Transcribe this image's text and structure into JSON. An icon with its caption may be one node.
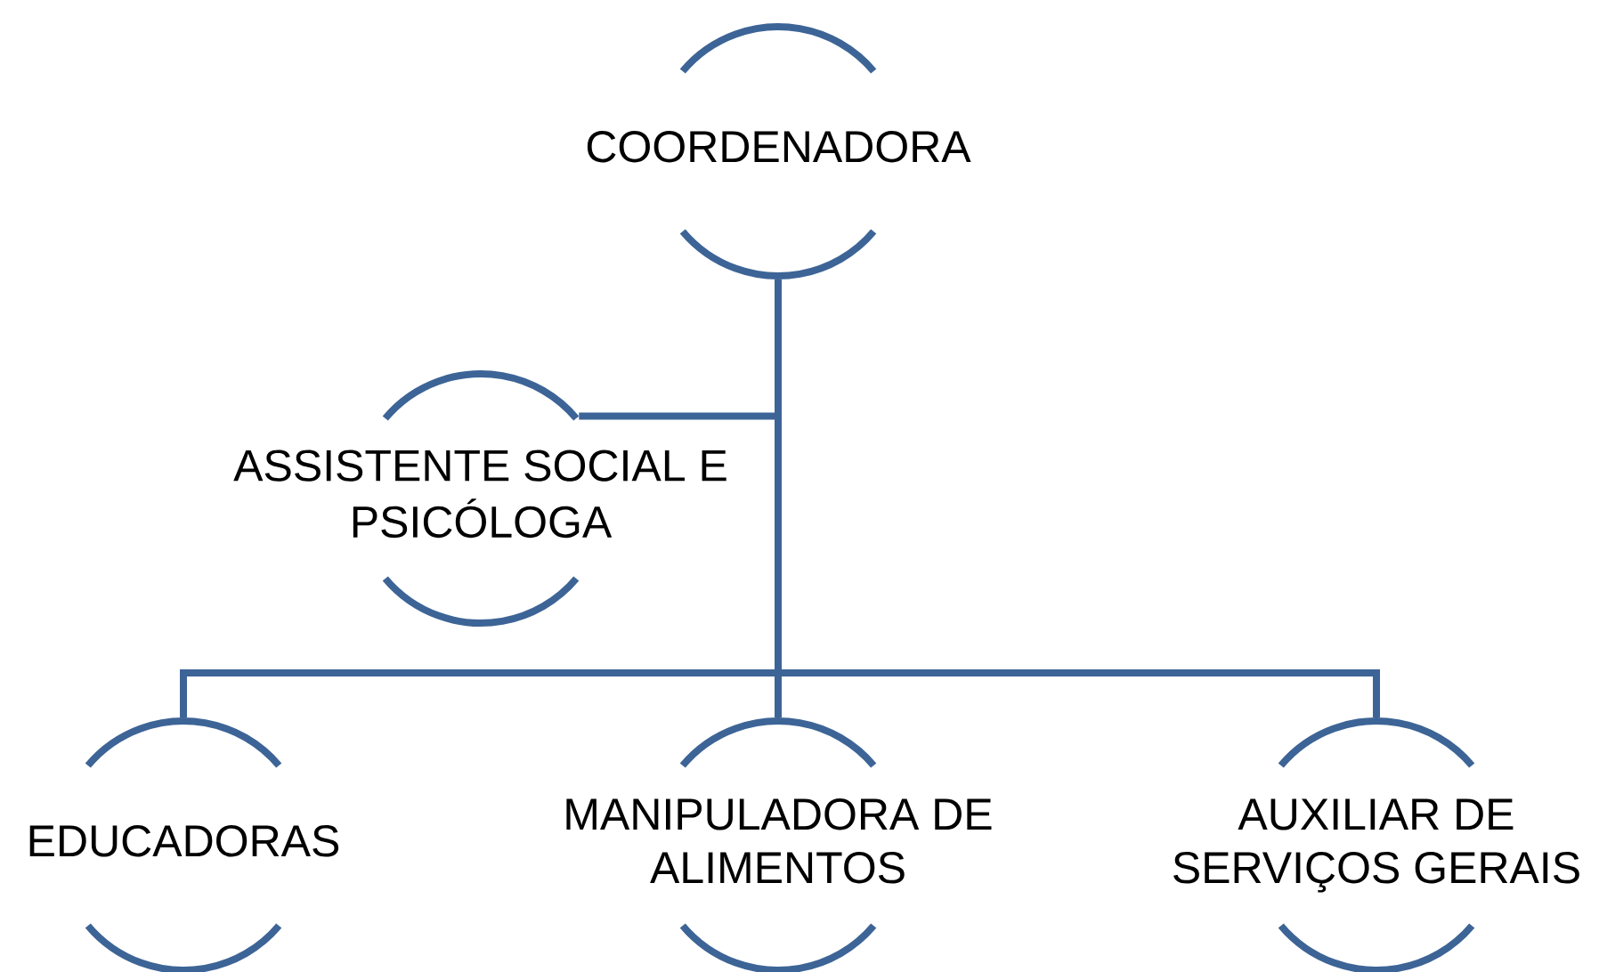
{
  "diagram": {
    "nodes": [
      {
        "text": [
          "COORDENADORA"
        ]
      },
      {
        "text": [
          "ASSISTENTE SOCIAL E PSICÓLOGA"
        ]
      },
      {
        "text": [
          "EDUCADORAS"
        ]
      },
      {
        "text": [
          "MANIPULADORA DE ALIMENTOS"
        ]
      },
      {
        "text": [
          "AUXILIAR DE SERVIÇOS GERAIS"
        ]
      }
    ],
    "edges": [
      {
        "from": 0,
        "to": 1,
        "arrow": "none"
      },
      {
        "from": 0,
        "to": 2,
        "arrow": "none"
      },
      {
        "from": 0,
        "to": 3,
        "arrow": "none"
      },
      {
        "from": 0,
        "to": 4,
        "arrow": "none"
      }
    ]
  }
}
